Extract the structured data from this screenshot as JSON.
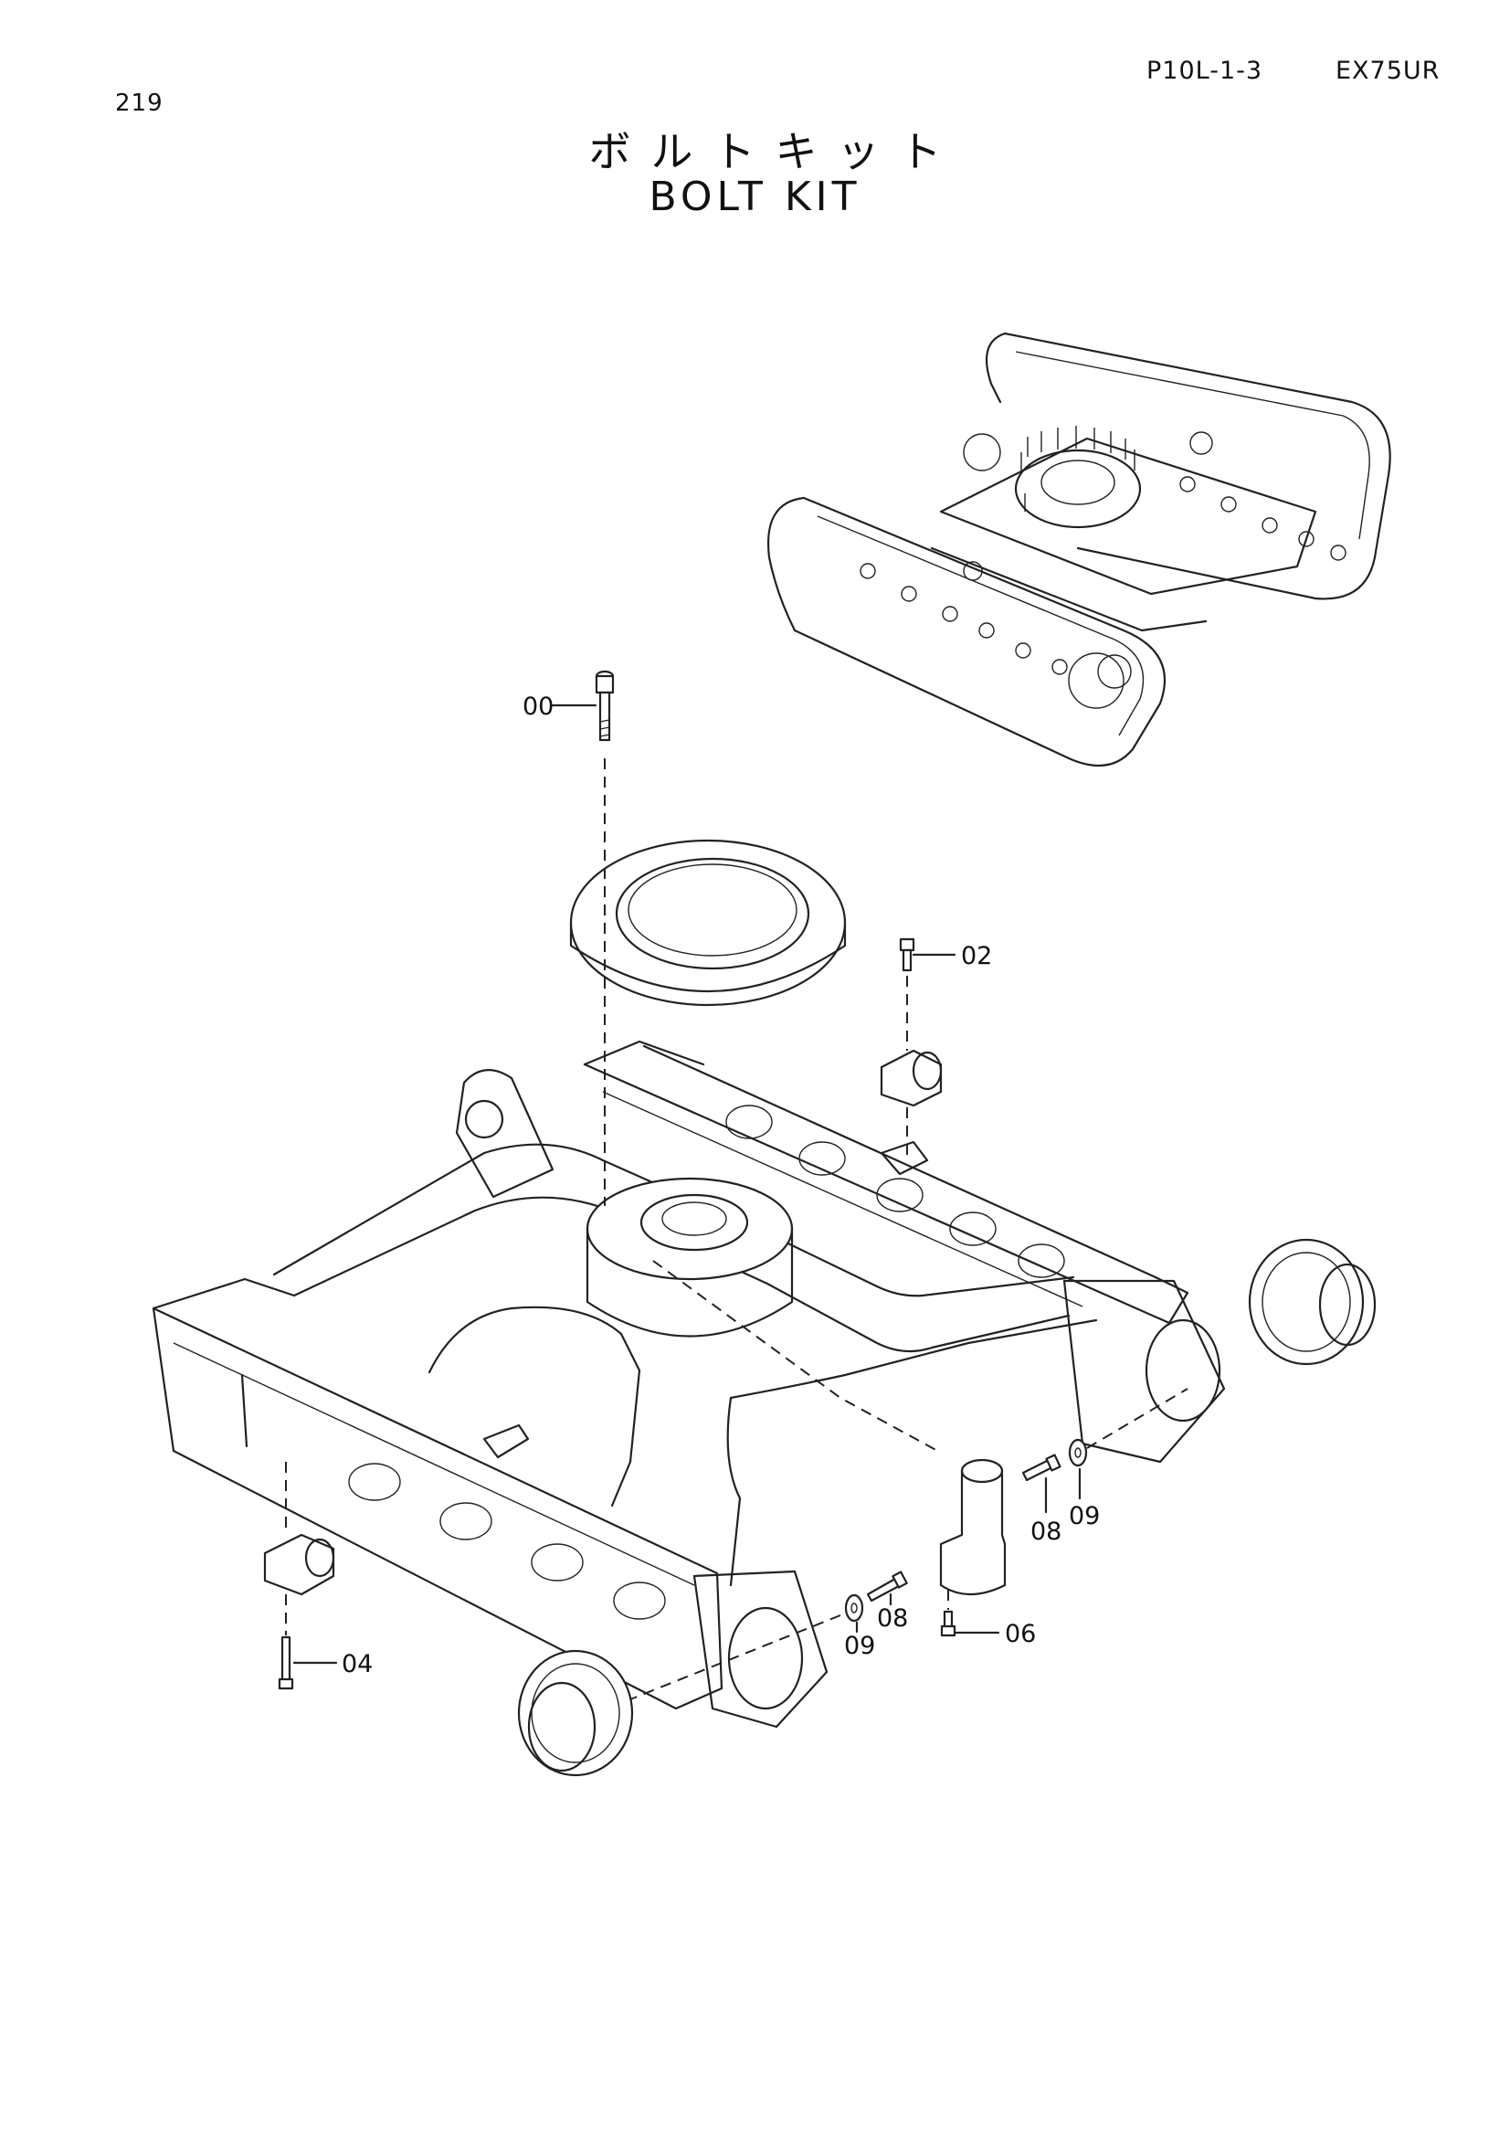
{
  "header": {
    "page_number": "219",
    "reference_code": "P10L-1-3",
    "model": "EX75UR"
  },
  "title": {
    "japanese": "ボルトキット",
    "english": "BOLT KIT"
  },
  "callouts": [
    {
      "id": "00",
      "text": "00"
    },
    {
      "id": "02",
      "text": "02"
    },
    {
      "id": "04",
      "text": "04"
    },
    {
      "id": "06",
      "text": "06"
    },
    {
      "id": "08a",
      "text": "08"
    },
    {
      "id": "09a",
      "text": "09"
    },
    {
      "id": "08b",
      "text": "08"
    },
    {
      "id": "09b",
      "text": "09"
    }
  ]
}
